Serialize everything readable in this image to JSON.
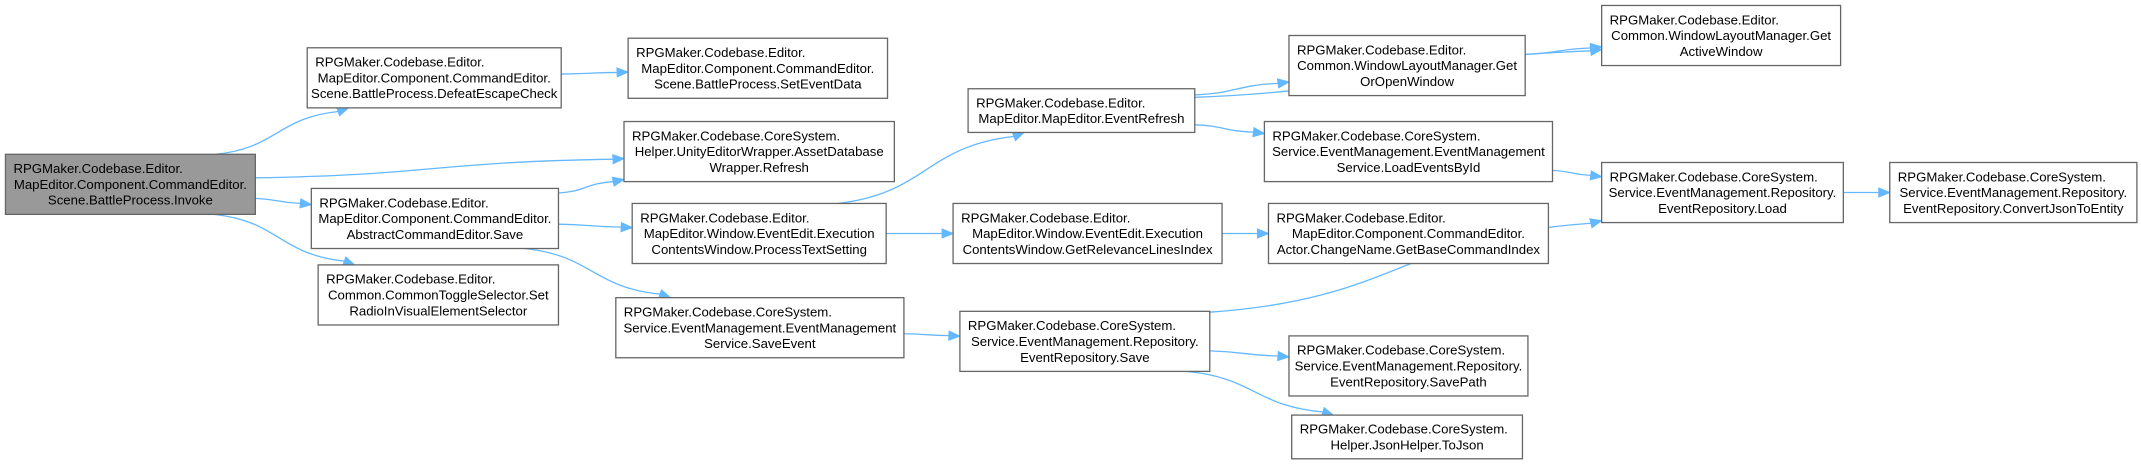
{
  "nodes": [
    {
      "id": "invoke",
      "lines": [
        "RPGMaker.Codebase.Editor.",
        "MapEditor.Component.CommandEditor.",
        "Scene.BattleProcess.Invoke"
      ],
      "root": true
    },
    {
      "id": "defeat",
      "lines": [
        "RPGMaker.Codebase.Editor.",
        "MapEditor.Component.CommandEditor.",
        "Scene.BattleProcess.DefeatEscapeCheck"
      ]
    },
    {
      "id": "refresh",
      "lines": [
        "RPGMaker.Codebase.CoreSystem.",
        "Helper.UnityEditorWrapper.AssetDatabase",
        "Wrapper.Refresh"
      ]
    },
    {
      "id": "abstractsave",
      "lines": [
        "RPGMaker.Codebase.Editor.",
        "MapEditor.Component.CommandEditor.",
        "AbstractCommandEditor.Save"
      ]
    },
    {
      "id": "toggle",
      "lines": [
        "RPGMaker.Codebase.Editor.",
        "Common.CommonToggleSelector.Set",
        "RadioInVisualElementSelector"
      ]
    },
    {
      "id": "seteventdata",
      "lines": [
        "RPGMaker.Codebase.Editor.",
        "MapEditor.Component.CommandEditor.",
        "Scene.BattleProcess.SetEventData"
      ]
    },
    {
      "id": "processtext",
      "lines": [
        "RPGMaker.Codebase.Editor.",
        "MapEditor.Window.EventEdit.Execution",
        "ContentsWindow.ProcessTextSetting"
      ]
    },
    {
      "id": "saveevent",
      "lines": [
        "RPGMaker.Codebase.CoreSystem.",
        "Service.EventManagement.EventManagement",
        "Service.SaveEvent"
      ]
    },
    {
      "id": "eventrefresh",
      "lines": [
        "RPGMaker.Codebase.Editor.",
        "MapEditor.MapEditor.EventRefresh"
      ]
    },
    {
      "id": "relevance",
      "lines": [
        "RPGMaker.Codebase.Editor.",
        "MapEditor.Window.EventEdit.Execution",
        "ContentsWindow.GetRelevanceLinesIndex"
      ]
    },
    {
      "id": "reposave",
      "lines": [
        "RPGMaker.Codebase.CoreSystem.",
        "Service.EventManagement.Repository.",
        "EventRepository.Save"
      ]
    },
    {
      "id": "getoropen",
      "lines": [
        "RPGMaker.Codebase.Editor.",
        "Common.WindowLayoutManager.Get",
        "OrOpenWindow"
      ]
    },
    {
      "id": "loadbyid",
      "lines": [
        "RPGMaker.Codebase.CoreSystem.",
        "Service.EventManagement.EventManagement",
        "Service.LoadEventsById"
      ]
    },
    {
      "id": "basecmd",
      "lines": [
        "RPGMaker.Codebase.Editor.",
        "MapEditor.Component.CommandEditor.",
        "Actor.ChangeName.GetBaseCommandIndex"
      ]
    },
    {
      "id": "savepath",
      "lines": [
        "RPGMaker.Codebase.CoreSystem.",
        "Service.EventManagement.Repository.",
        "EventRepository.SavePath"
      ]
    },
    {
      "id": "tojson",
      "lines": [
        "RPGMaker.Codebase.CoreSystem.",
        "Helper.JsonHelper.ToJson"
      ]
    },
    {
      "id": "activewindow",
      "lines": [
        "RPGMaker.Codebase.Editor.",
        "Common.WindowLayoutManager.Get",
        "ActiveWindow"
      ]
    },
    {
      "id": "load",
      "lines": [
        "RPGMaker.Codebase.CoreSystem.",
        "Service.EventManagement.Repository.",
        "EventRepository.Load"
      ]
    },
    {
      "id": "convert",
      "lines": [
        "RPGMaker.Codebase.CoreSystem.",
        "Service.EventManagement.Repository.",
        "EventRepository.ConvertJsonToEntity"
      ]
    }
  ],
  "edges": [
    {
      "from": "invoke",
      "to": "defeat"
    },
    {
      "from": "invoke",
      "to": "refresh"
    },
    {
      "from": "invoke",
      "to": "abstractsave"
    },
    {
      "from": "invoke",
      "to": "toggle"
    },
    {
      "from": "defeat",
      "to": "seteventdata"
    },
    {
      "from": "abstractsave",
      "to": "refresh"
    },
    {
      "from": "abstractsave",
      "to": "processtext"
    },
    {
      "from": "abstractsave",
      "to": "saveevent"
    },
    {
      "from": "processtext",
      "to": "eventrefresh"
    },
    {
      "from": "processtext",
      "to": "relevance"
    },
    {
      "from": "saveevent",
      "to": "reposave"
    },
    {
      "from": "eventrefresh",
      "to": "activewindow"
    },
    {
      "from": "eventrefresh",
      "to": "getoropen"
    },
    {
      "from": "eventrefresh",
      "to": "loadbyid"
    },
    {
      "from": "relevance",
      "to": "basecmd"
    },
    {
      "from": "reposave",
      "to": "load"
    },
    {
      "from": "reposave",
      "to": "savepath"
    },
    {
      "from": "reposave",
      "to": "tojson"
    },
    {
      "from": "getoropen",
      "to": "activewindow"
    },
    {
      "from": "loadbyid",
      "to": "load"
    },
    {
      "from": "load",
      "to": "convert"
    }
  ],
  "colors": {
    "edge": "#63b8ff",
    "root_fill": "#999999",
    "node_border": "#666666"
  }
}
